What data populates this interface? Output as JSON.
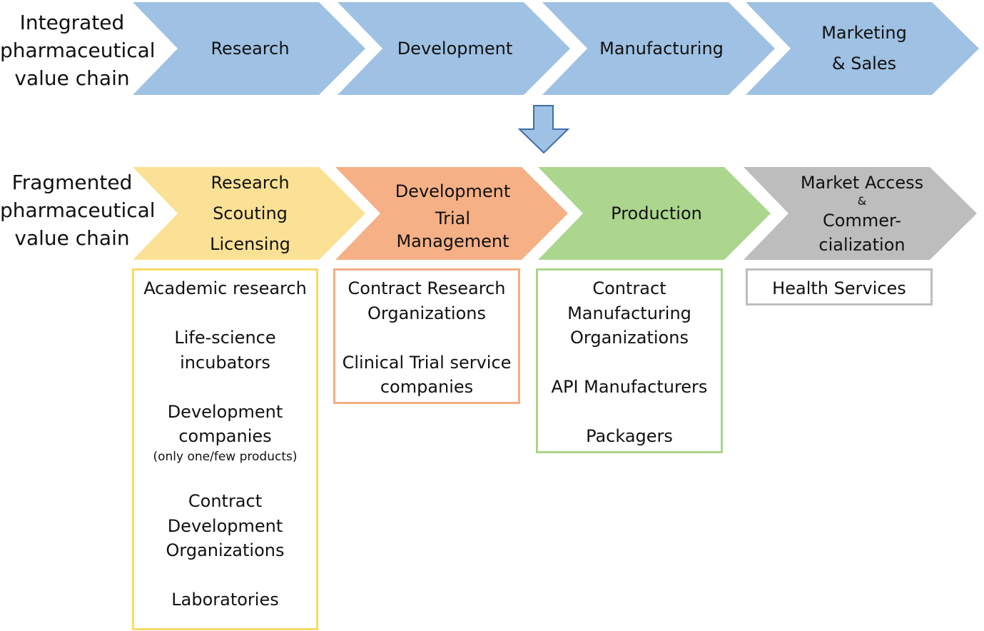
{
  "colors": {
    "integrated": "#9fc1e3",
    "research": "#fbe195",
    "development": "#f5b086",
    "production": "#acd58e",
    "market": "#bdbdbd",
    "down_arrow_fill": "#9fc1e3",
    "down_arrow_stroke": "#3d6fa8"
  },
  "integrated": {
    "label": [
      "Integrated",
      "pharmaceutical",
      "value chain"
    ],
    "stages": [
      {
        "lines": [
          "Research"
        ]
      },
      {
        "lines": [
          "Development"
        ]
      },
      {
        "lines": [
          "Manufacturing"
        ]
      },
      {
        "lines": [
          "Marketing",
          "& Sales"
        ]
      }
    ]
  },
  "transition_icon": "down-arrow-icon",
  "fragmented": {
    "label": [
      "Fragmented",
      "pharmaceutical",
      "value chain"
    ],
    "stages": [
      {
        "lines": [
          "Research",
          "Scouting",
          "Licensing"
        ]
      },
      {
        "lines": [
          "Development",
          "Trial",
          "Management"
        ]
      },
      {
        "lines": [
          "Production"
        ]
      },
      {
        "lines": [
          "Market Access",
          "&",
          "Commer-",
          "cialization"
        ]
      }
    ],
    "boxes": [
      {
        "items": [
          {
            "lines": [
              "Academic research"
            ]
          },
          {
            "lines": [
              "Life-science",
              "incubators"
            ]
          },
          {
            "lines": [
              "Development",
              "companies"
            ],
            "note": "(only one/few products)"
          },
          {
            "lines": [
              "Contract",
              "Development",
              "Organizations"
            ]
          },
          {
            "lines": [
              "Laboratories"
            ]
          }
        ]
      },
      {
        "items": [
          {
            "lines": [
              "Contract Research",
              "Organizations"
            ]
          },
          {
            "lines": [
              "Clinical Trial service",
              "companies"
            ]
          }
        ]
      },
      {
        "items": [
          {
            "lines": [
              "Contract",
              "Manufacturing",
              "Organizations"
            ]
          },
          {
            "lines": [
              "API Manufacturers"
            ]
          },
          {
            "lines": [
              "Packagers"
            ]
          }
        ]
      },
      {
        "items": [
          {
            "lines": [
              "Health Services"
            ]
          }
        ]
      }
    ]
  }
}
